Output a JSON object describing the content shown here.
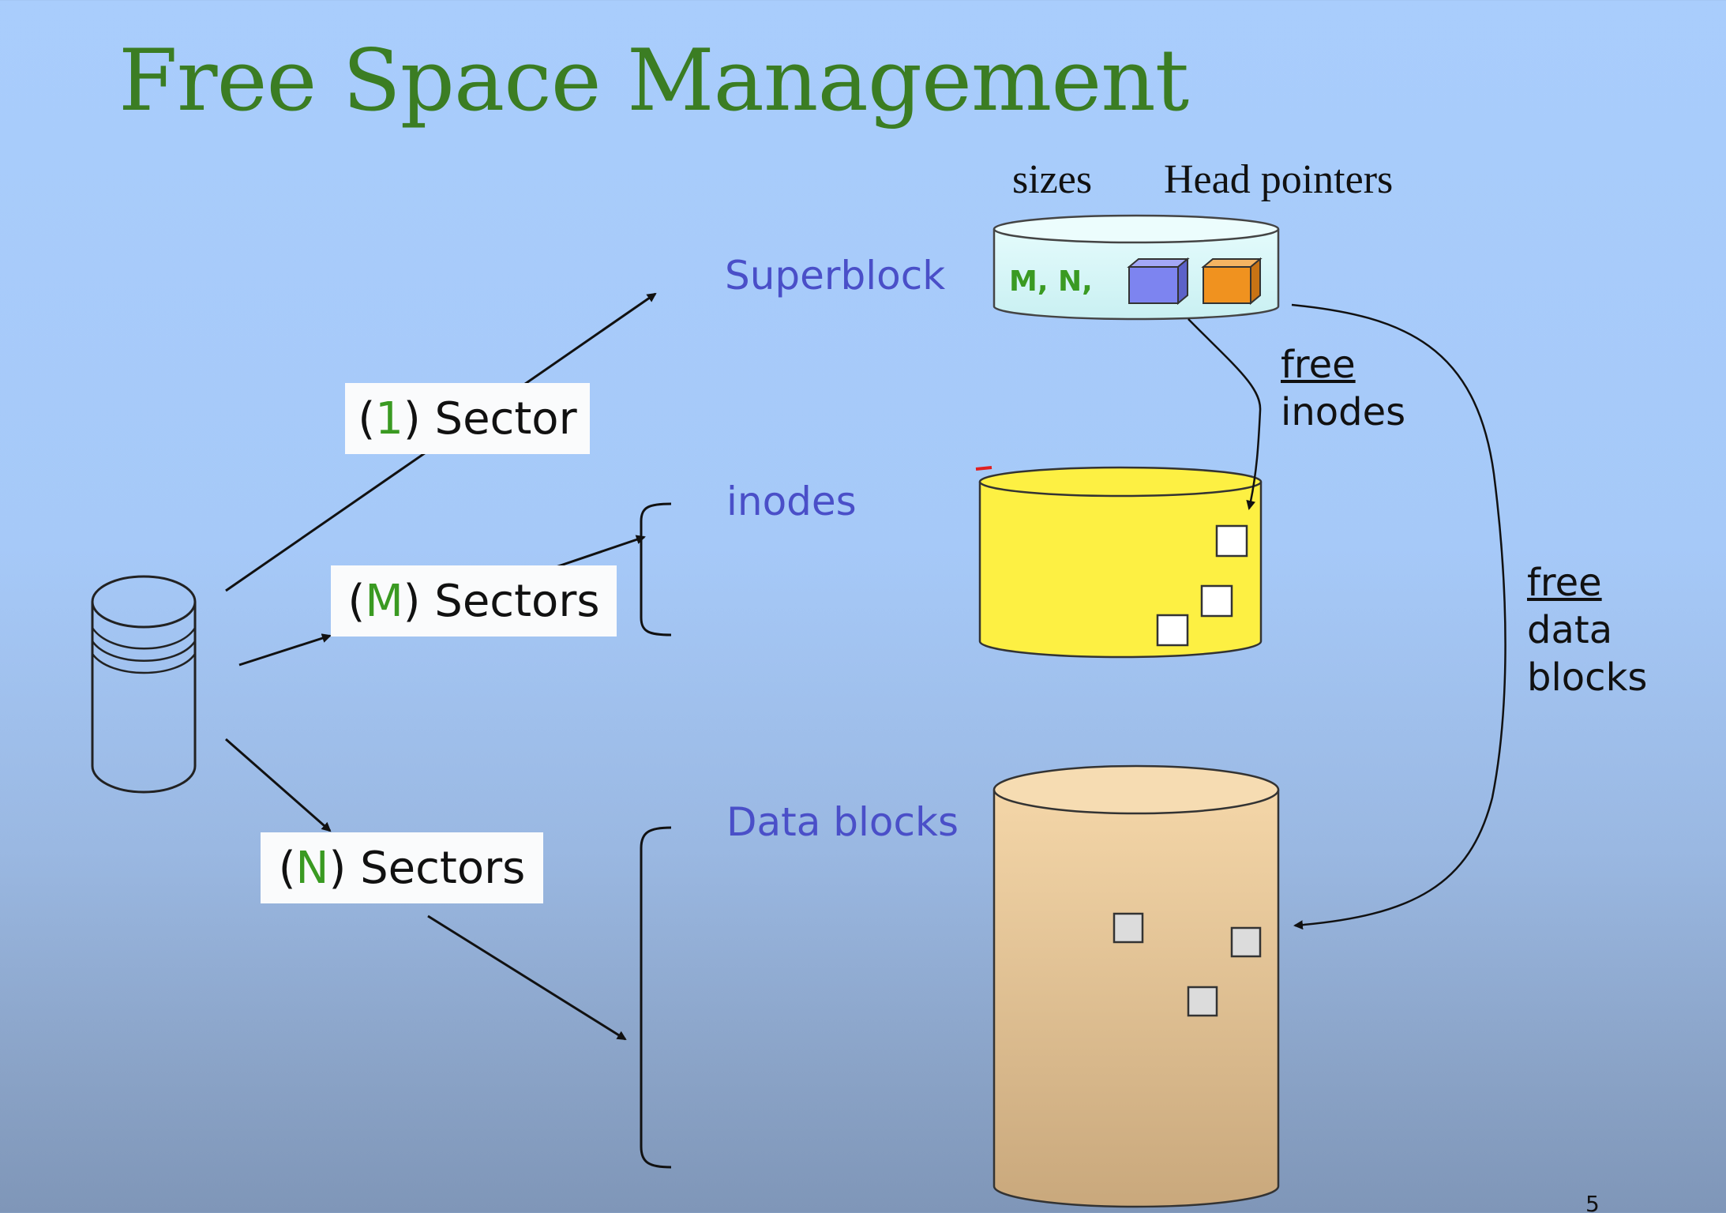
{
  "title": "Free Space Management",
  "header": {
    "sizes": "sizes",
    "head_pointers": "Head pointers"
  },
  "regions": {
    "superblock": "Superblock",
    "inodes": "inodes",
    "data_blocks": "Data blocks"
  },
  "sectors": {
    "one": {
      "open": "(",
      "num": "1",
      "rest": ") Sector"
    },
    "m": {
      "open": "(",
      "num": "M",
      "rest": ") Sectors"
    },
    "n": {
      "open": "(",
      "num": "N",
      "rest": ") Sectors"
    }
  },
  "superblock_contents": "M, N,",
  "notes": {
    "free_inodes": {
      "line1": "free",
      "line2": "inodes"
    },
    "free_data_blocks": {
      "line1": "free",
      "line2": "data",
      "line3": "blocks"
    }
  },
  "colors": {
    "title": "#3b7d23",
    "region_label": "#4a4fc8",
    "superblock_fill": "#d9f7f8",
    "inodes_fill": "#fdf043",
    "data_fill": "#e8c89c",
    "head_ptr_inode": "#7d84f0",
    "head_ptr_data": "#f0921f"
  },
  "page_number": "5"
}
